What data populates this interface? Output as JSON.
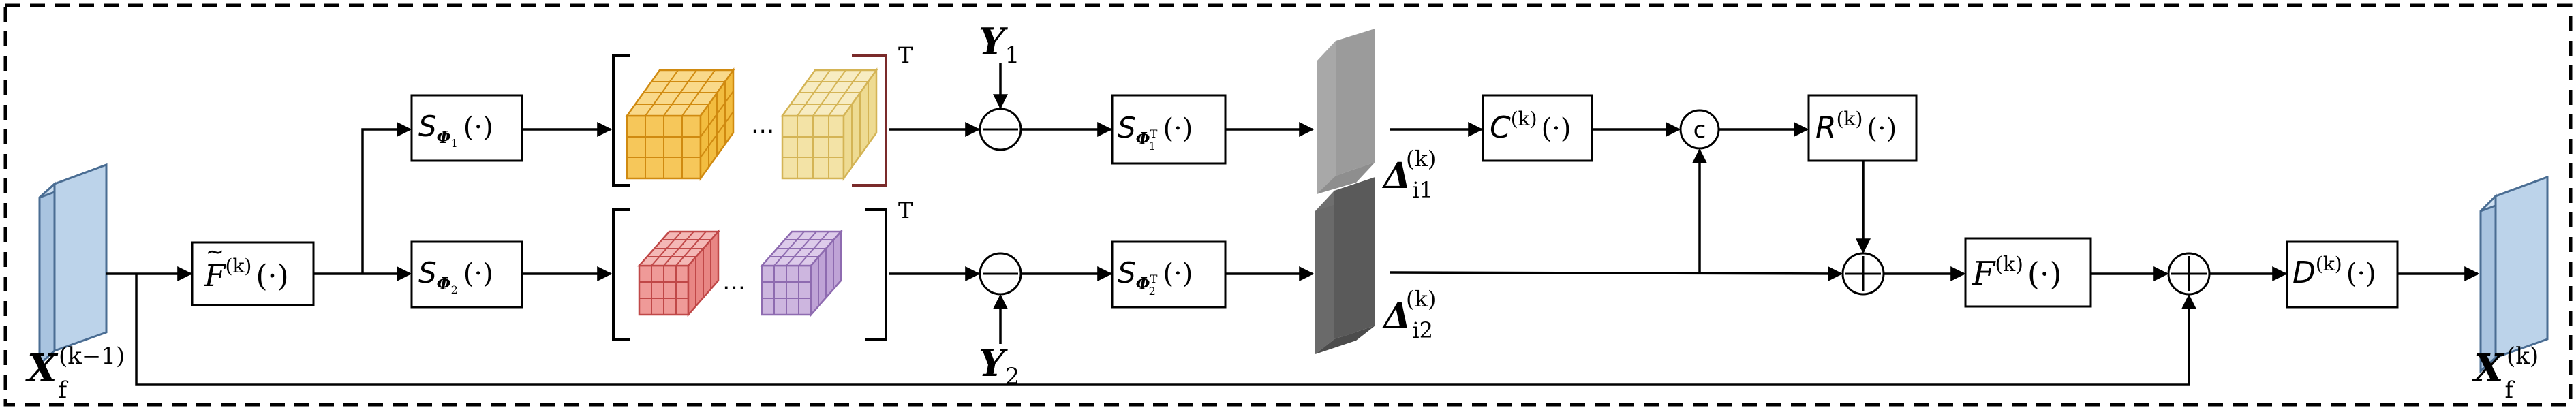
{
  "input_feature": {
    "symbol": "X",
    "sub": "f",
    "sup": "(k−1)"
  },
  "output_feature": {
    "symbol": "X",
    "sub": "f",
    "sup": "(k)"
  },
  "blocks": {
    "f_tilde": {
      "base": "F",
      "sup": "(k)",
      "arg": "(·)"
    },
    "s_phi1": {
      "base": "S",
      "sub": "Φ",
      "subsub": "1",
      "arg": "(·)"
    },
    "s_phi2": {
      "base": "S",
      "sub": "Φ",
      "subsub": "2",
      "arg": "(·)"
    },
    "s_phi1_t": {
      "base": "S",
      "sub": "Φ",
      "subsub": "1",
      "subsup": "T",
      "arg": "(·)"
    },
    "s_phi2_t": {
      "base": "S",
      "sub": "Φ",
      "subsub": "2",
      "subsup": "T",
      "arg": "(·)"
    },
    "c_block": {
      "base": "C",
      "sup": "(k)",
      "arg": "(·)"
    },
    "r_block": {
      "base": "R",
      "sup": "(k)",
      "arg": "(·)"
    },
    "f_block": {
      "base": "F",
      "sup": "(k)",
      "arg": "(·)"
    },
    "d_block": {
      "base": "D",
      "sup": "(k)",
      "arg": "(·)"
    }
  },
  "transpose_mark": "T",
  "ellipsis": "···",
  "measurements": {
    "y1": {
      "symbol": "Y",
      "sub": "1"
    },
    "y2": {
      "symbol": "Y",
      "sub": "2"
    }
  },
  "residuals": {
    "d1": {
      "symbol": "Δ",
      "sub": "i1",
      "sup": "(k)"
    },
    "d2": {
      "symbol": "Δ",
      "sub": "i2",
      "sup": "(k)"
    }
  },
  "concat_symbol": "c",
  "colors": {
    "input_block": "#bcd3ea",
    "orange_cube": "#f6c75a",
    "yellow_cube": "#f3e3a6",
    "red_cube": "#ef9a98",
    "purple_cube": "#cdb6df",
    "residual_light": "#9b9b9b",
    "residual_dark": "#5a5a5a"
  }
}
